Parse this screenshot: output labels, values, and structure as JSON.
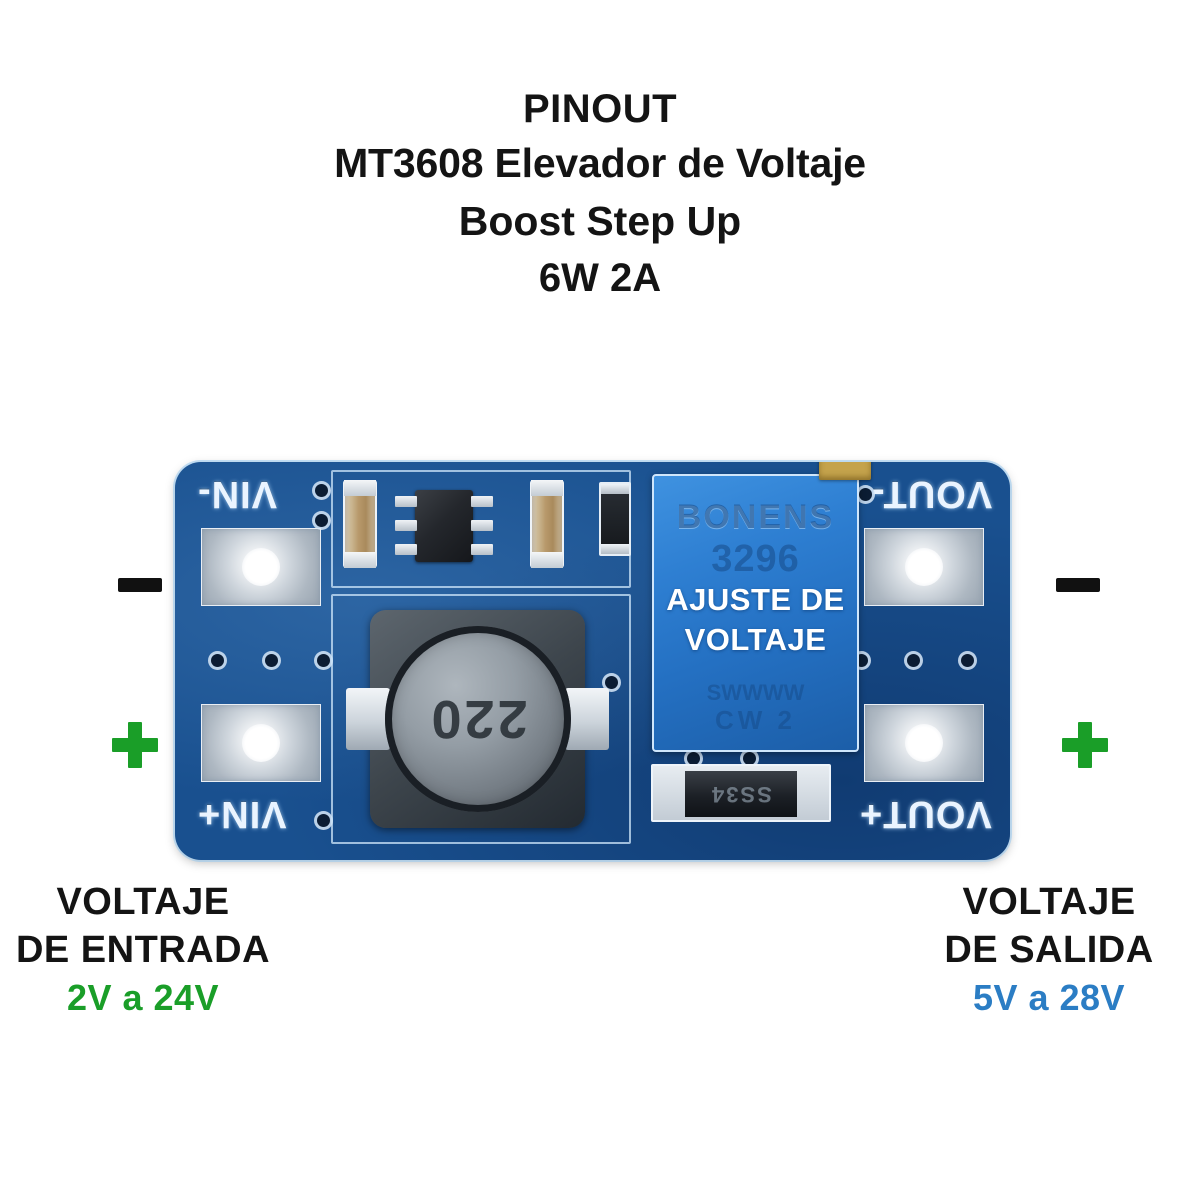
{
  "title": {
    "line1": "PINOUT",
    "line2": "MT3608 Elevador de Voltaje",
    "line3": "Boost Step Up",
    "line4": "6W 2A"
  },
  "board": {
    "silkscreen": {
      "vin_negative": "VIN-",
      "vin_positive": "VIN+",
      "vout_negative": "VOUT-",
      "vout_positive": "VOUT+"
    },
    "inductor": {
      "marking": "220"
    },
    "potentiometer": {
      "brand": "BONENS",
      "model": "3296",
      "sub": "SWWWW",
      "sub2": "CW 2",
      "overlay_line1": "AJUSTE DE",
      "overlay_line2": "VOLTAJE"
    },
    "diode": {
      "marking": "SS34"
    }
  },
  "polarity": {
    "input_negative": "-",
    "input_positive": "+",
    "output_negative": "-",
    "output_positive": "+"
  },
  "callouts": {
    "input": {
      "line1": "VOLTAJE",
      "line2": "DE ENTRADA",
      "range": "2V a 24V"
    },
    "output": {
      "line1": "VOLTAJE",
      "line2": "DE SALIDA",
      "range": "5V a 28V"
    }
  },
  "colors": {
    "input_accent": "#1a9e28",
    "output_accent": "#2b7dc4",
    "pcb_blue": "#19508f",
    "text_dark": "#141414"
  }
}
